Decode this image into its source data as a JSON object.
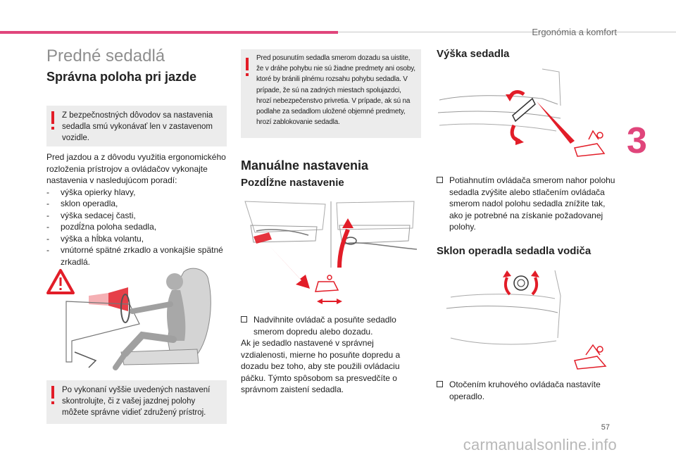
{
  "header": {
    "title": "Ergonómia a komfort",
    "chapter_number": "3",
    "page_number": "57"
  },
  "watermark": "carmanualsonline.info",
  "left_column": {
    "section_title": "Predné sedadlá",
    "heading": "Správna poloha pri jazde",
    "warning_1": "Z bezpečnostných dôvodov sa nastavenia sedadla smú vykonávať len v zastavenom vozidle.",
    "intro": "Pred jazdou a z dôvodu využitia ergonomického rozloženia prístrojov a ovládačov vykonajte nastavenia v nasledujúcom poradí:",
    "steps": [
      "výška opierky hlavy,",
      "sklon operadla,",
      "výška sedacej časti,",
      "pozdĺžna poloha sedadla,",
      "výška a hĺbka volantu,",
      "vnútorné spätné zrkadlo a vonkajšie spätné zrkadlá."
    ],
    "warning_2": "Po vykonaní vyššie uvedených nastavení skontrolujte, či z vašej jazdnej polohy môžete správne vidieť združený prístroj."
  },
  "middle_column": {
    "warning_3": "Pred posunutím sedadla smerom dozadu sa uistite, že v dráhe pohybu nie sú žiadne predmety ani osoby, ktoré by bránili plnému rozsahu pohybu sedadla. V prípade, že sú na zadných miestach spolujazdci, hrozí nebezpečenstvo privretia. V prípade, ak sú na podlahe za sedadlom uložené objemné predmety, hrozí zablokovanie sedadla.",
    "heading": "Manuálne nastavenia",
    "subheading": "Pozdĺžne nastavenie",
    "bullet": "Nadvihnite ovládač a posuňte sedadlo smerom dopredu alebo dozadu.",
    "paragraph": "Ak je sedadlo nastavené v správnej vzdialenosti, mierne ho posuňte dopredu a dozadu bez toho, aby ste použili ovládaciu páčku. Týmto spôsobom sa presvedčíte o správnom zaistení sedadla."
  },
  "right_column": {
    "heading_1": "Výška sedadla",
    "bullet_1": "Potiahnutím ovládača smerom nahor polohu sedadla zvýšite alebo stlačením ovládača smerom nadol polohu sedadla znížite tak, ako je potrebné na získanie požadovanej polohy.",
    "heading_2": "Sklon operadla sedadla vodiča",
    "bullet_2": "Otočením kruhového ovládača nastavíte operadlo."
  },
  "colors": {
    "accent_pink": "#e0457b",
    "warning_red": "#e21d28",
    "illustration_red": "#e21d28",
    "box_gray": "#ececec"
  }
}
